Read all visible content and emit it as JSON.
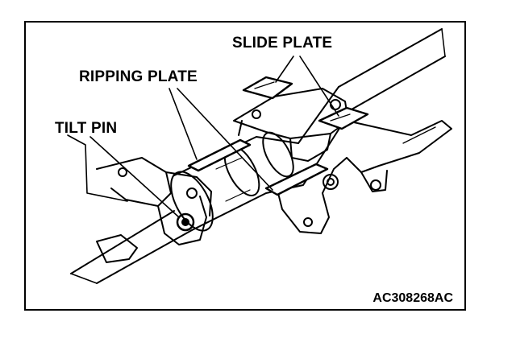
{
  "labels": {
    "tilt_pin": "TILT PIN",
    "ripping_plate": "RIPPING PLATE",
    "slide_plate": "SLIDE PLATE"
  },
  "figure_code": "AC308268AC",
  "colors": {
    "line": "#000000",
    "background": "#ffffff"
  }
}
